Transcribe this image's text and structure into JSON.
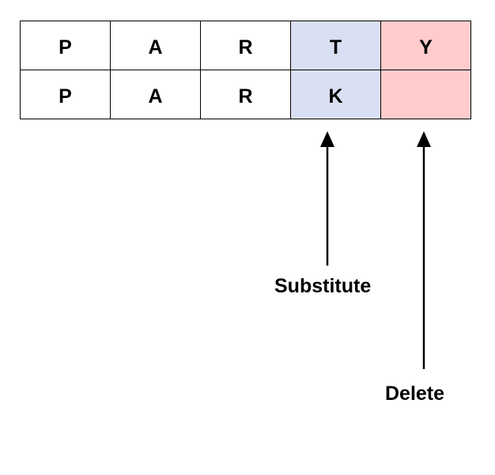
{
  "grid": {
    "rows": [
      [
        "P",
        "A",
        "R",
        "T",
        "Y"
      ],
      [
        "P",
        "A",
        "R",
        "K",
        ""
      ]
    ],
    "substitute_color": "#dae0f3",
    "delete_color": "#ffcccc"
  },
  "annotations": {
    "substitute_label": "Substitute",
    "delete_label": "Delete"
  }
}
